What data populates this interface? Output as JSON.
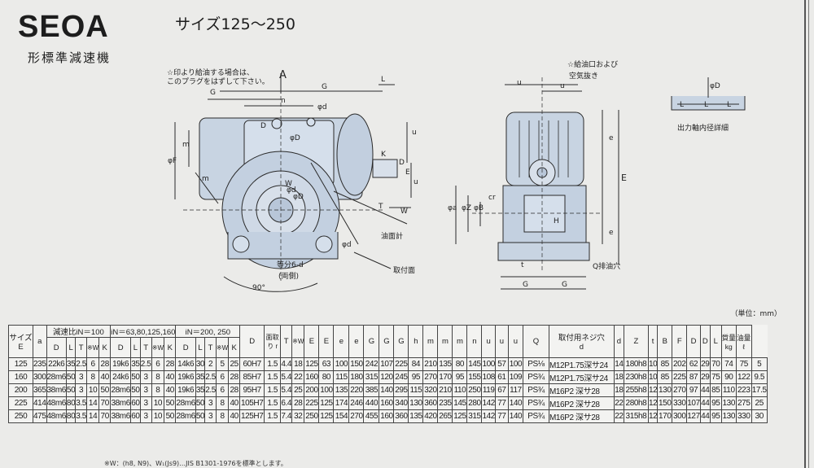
{
  "header": {
    "model": "SEOA",
    "subtitle": "形標準減速機",
    "size_range": "サイズ125～250",
    "unit_note": "（単位：mm）"
  },
  "notes": {
    "plug_note_1": "☆印より給油する場合は、",
    "plug_note_2": "このプラグをはずして下さい。",
    "oil_inlet_1": "☆給油口および",
    "oil_inlet_2": "空気抜き",
    "shaft_detail": "出力軸内径詳細",
    "oil_gauge": "油面計",
    "mounting_face": "取付面",
    "drain": "Q排油穴",
    "equal_div_1": "等分6-d",
    "equal_div_2": "(両側)",
    "angle": "90°"
  },
  "dim_labels": {
    "A": "A",
    "G1": "G",
    "L1": "L",
    "G3": "G",
    "n": "n",
    "phid3": "φd",
    "D2": "D",
    "phiF": "φF",
    "m1": "m",
    "m2": "m",
    "W": "W",
    "phiD3": "φD",
    "phiD1": "φD",
    "phid1": "φd",
    "u3": "u",
    "K1": "K",
    "D1": "D",
    "E1": "E",
    "T1": "T",
    "W1": "W",
    "u2": "u",
    "phid2": "φd",
    "u": "u",
    "u1": "u",
    "e1": "e",
    "E": "E",
    "e2": "e",
    "phia": "φa",
    "phiZ": "φZ",
    "phiB": "φB",
    "cr": "cr",
    "t": "t",
    "G2": "G",
    "H": "H",
    "L4": "L",
    "L5": "L",
    "phiD4": "φD"
  },
  "table": {
    "h_size": "サイズ",
    "h_size_sub": "E",
    "h_a": "a",
    "group1": "減速比iN＝100",
    "group2": "iN＝63,80,125,160",
    "group3": "iN＝200, 250",
    "sub": {
      "D1": "D",
      "L": "L",
      "T": "T",
      "W": "※W",
      "K": "K",
      "L1": "L",
      "T1": "T"
    },
    "h_D2": "D",
    "h_r": "面取り r",
    "h_T2": "T",
    "h_W2": "※W",
    "h_E": "E",
    "h_E1": "E",
    "h_e1": "e",
    "h_e2": "e",
    "h_G": "G",
    "h_G2": "G",
    "h_G3": "G",
    "h_h": "h",
    "h_m1": "m",
    "h_m2": "m",
    "h_m3": "m",
    "h_n": "n",
    "h_u": "u",
    "h_u2": "u",
    "h_u3": "u",
    "h_Q": "Q",
    "h_screw": "取付用ネジ穴",
    "h_screw_sub": "d",
    "h_d3": "d",
    "h_Z": "Z",
    "h_t": "t",
    "h_B": "B",
    "h_F": "F",
    "h_D3": "D",
    "h_D4": "D",
    "h_L2": "L",
    "h_weight": "質量 kg",
    "h_oil": "油量 ℓ",
    "rows": [
      [
        "125",
        "235",
        "22k6",
        "35",
        "2.5",
        "6",
        "28",
        "19k6",
        "35",
        "2.5",
        "6",
        "28",
        "14k6",
        "30",
        "2",
        "5",
        "25",
        "60H7",
        "1.5",
        "4.4",
        "18",
        "125",
        "63",
        "100",
        "150",
        "242",
        "107",
        "225",
        "84",
        "210",
        "135",
        "80",
        "145",
        "100",
        "57",
        "100",
        "PS⅛",
        "M12P1.75深サ24",
        "14",
        "180h8",
        "10",
        "85",
        "202",
        "62",
        "29",
        "70",
        "74",
        "75",
        "5"
      ],
      [
        "160",
        "300",
        "28m6",
        "50",
        "3",
        "8",
        "40",
        "24k6",
        "50",
        "3",
        "8",
        "40",
        "19k6",
        "35",
        "2.5",
        "6",
        "28",
        "85H7",
        "1.5",
        "5.4",
        "22",
        "160",
        "80",
        "115",
        "180",
        "315",
        "120",
        "245",
        "95",
        "270",
        "170",
        "95",
        "155",
        "108",
        "61",
        "109",
        "PS¾",
        "M12P1.75深サ24",
        "18",
        "230h8",
        "10",
        "85",
        "225",
        "87",
        "29",
        "75",
        "90",
        "122",
        "9.5"
      ],
      [
        "200",
        "365",
        "38m6",
        "50",
        "3",
        "10",
        "50",
        "28m6",
        "50",
        "3",
        "8",
        "40",
        "19k6",
        "35",
        "2.5",
        "6",
        "28",
        "95H7",
        "1.5",
        "5.4",
        "25",
        "200",
        "100",
        "135",
        "220",
        "385",
        "140",
        "295",
        "115",
        "320",
        "210",
        "110",
        "250",
        "119",
        "67",
        "117",
        "PS¾",
        "M16P2 深サ28",
        "18",
        "255h8",
        "12",
        "130",
        "270",
        "97",
        "44",
        "85",
        "110",
        "223",
        "17.5"
      ],
      [
        "225",
        "414",
        "48m6",
        "80",
        "3.5",
        "14",
        "70",
        "38m6",
        "60",
        "3",
        "10",
        "50",
        "28m6",
        "50",
        "3",
        "8",
        "40",
        "105H7",
        "1.5",
        "6.4",
        "28",
        "225",
        "125",
        "174",
        "246",
        "440",
        "160",
        "340",
        "130",
        "360",
        "235",
        "145",
        "280",
        "142",
        "77",
        "140",
        "PS¾",
        "M16P2 深サ28",
        "22",
        "280h8",
        "12",
        "150",
        "330",
        "107",
        "44",
        "95",
        "130",
        "275",
        "25"
      ],
      [
        "250",
        "475",
        "48m6",
        "80",
        "3.5",
        "14",
        "70",
        "38m6",
        "60",
        "3",
        "10",
        "50",
        "28m6",
        "50",
        "3",
        "8",
        "40",
        "125H7",
        "1.5",
        "7.4",
        "32",
        "250",
        "125",
        "154",
        "270",
        "455",
        "160",
        "360",
        "135",
        "420",
        "265",
        "125",
        "315",
        "142",
        "77",
        "140",
        "PS¾",
        "M16P2 深サ28",
        "22",
        "315h8",
        "12",
        "170",
        "300",
        "127",
        "44",
        "95",
        "130",
        "330",
        "30"
      ]
    ]
  },
  "footnote": "※W：(h8, N9)、W₁(Js9)…JIS B1301-1976を標準とします。",
  "colors": {
    "background": "#ebebe9",
    "body_fill": "#c8d4e2",
    "line": "#2a2a2a"
  }
}
